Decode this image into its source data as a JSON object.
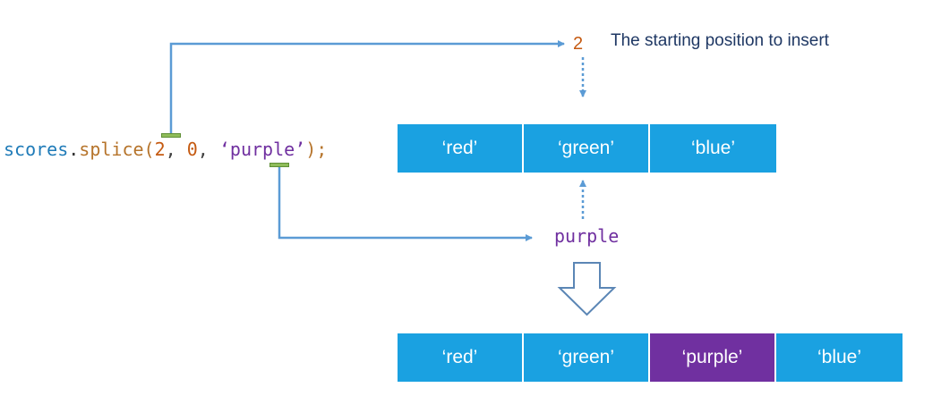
{
  "code": {
    "object": "scores",
    "dot": ".",
    "method": "splice",
    "open": "(",
    "arg_start": "2",
    "sep1": ", ",
    "arg_delete": "0",
    "sep2": ", ",
    "arg_item": "‘purple’",
    "close": ");"
  },
  "callouts": {
    "start_value": "2",
    "start_description": "The starting position to insert",
    "item_value": "purple"
  },
  "array_before": [
    "‘red’",
    "‘green’",
    "‘blue’"
  ],
  "array_after": [
    "‘red’",
    "‘green’",
    "‘purple’",
    "‘blue’"
  ],
  "colors": {
    "cell": "#1aa1e1",
    "inserted_cell": "#7030a0",
    "connector": "#5b9bd5",
    "marker": "#8fbc5a"
  }
}
